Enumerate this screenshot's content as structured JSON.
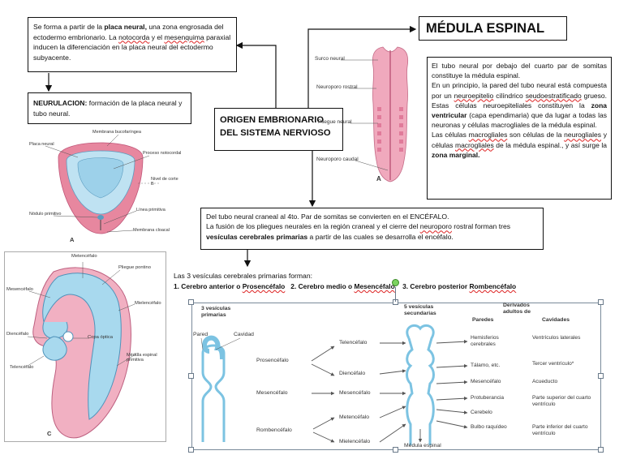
{
  "center_title": [
    "ORIGEN EMBRIONARIO",
    "DEL SISTEMA NERVIOSO"
  ],
  "medula_title": "MÉDULA ESPINAL",
  "placa_box": {
    "p1": "Se forma a partir de la ",
    "b1": "placa neural,",
    "p2": " una zona engrosada del ectodermo embrionario. La ",
    "u1": "notocorda",
    "p3": " y el ",
    "u2": "mesenquima",
    "p4": " paraxial inducen la diferenciación en la placa neural del ectodermo subyacente."
  },
  "neurulacion_box": {
    "b": "NEURULACION:",
    "t": " formación de la placa neural y tubo neural."
  },
  "medula_box": {
    "l1a": "El  tubo neural por debajo del cuarto par de somitas constituye la médula espinal.",
    "l2a": "En un principio, la pared del tubo neural está compuesta por un ",
    "l2u": "neuroepitelio",
    "l2b": " cilíndrico ",
    "l2u2": "seudoestratificado",
    "l2c": " grueso. Estas células neuroepiteliales constituyen la ",
    "l2bold": "zona ventricular",
    "l2d": " (capa ependimaria) que da lugar a todas las neuronas y células macrogliales de la médula espinal.",
    "l3a": "Las células ",
    "l3u": "macrogliales",
    "l3b": " son células de la ",
    "l3u2": "neurogliales",
    "l3c": " y células ",
    "l3u3": "macrogliales",
    "l3d": " de la médula espinal., y así surge la ",
    "l3bold": "zona marginal."
  },
  "encefalo_box": {
    "l1": "Del tubo neural craneal al 4to. Par de somitas se convierten en el ENCÉFALO.",
    "l2a": "La fusión de los pliegues neurales en la región craneal y el cierre del ",
    "l2u": "neuroporo",
    "l2b": " rostral forman tres ",
    "l2bold": "vesículas cerebrales primarias",
    "l2c": "  a partir de las cuales se desarrolla el encéfalo."
  },
  "vesiculas_text": {
    "intro": "Las 3 vesículas cerebrales primarias forman:",
    "v1": "1. Cerebro anterior o ",
    "v1u": "Prosencéfalo",
    "v2": "2. Cerebro medio o ",
    "v2u": "Mesencéfalo",
    "v3": "3. Cerebro posterior ",
    "v3u": "Rombencéfalo"
  },
  "fig_tube": {
    "labels": [
      "Surco neural",
      "Neuroporo rostral",
      "Pliegue neural",
      "Neuroporo caudal"
    ],
    "letter": "A"
  },
  "fig_plate": {
    "labels": [
      "Membrana bucofaríngea",
      "Placa neural",
      "Proceso notocordal",
      "Nivel de corte B",
      "Nódulo primitivo",
      "Línea primitiva",
      "Membrana cloacal"
    ],
    "letter": "A"
  },
  "fig_embryo": {
    "labels": [
      "Metencéfalo",
      "Pliegue pontino",
      "Mesencéfalo",
      "Mielencéfalo",
      "Diencéfalo",
      "Copa óptica",
      "Telencéfalo",
      "Médula espinal primitiva"
    ],
    "letter": "C"
  },
  "fig_vesicles": {
    "col_primary": "3 vesículas primarias",
    "col_secondary": "5 vesículas secundarias",
    "col_derived": "Derivados adultos de",
    "col_walls": "Paredes",
    "col_cavities": "Cavidades",
    "pared": "Pared",
    "cavidad": "Cavidad",
    "primary": [
      "Prosencéfalo",
      "Mesencéfalo",
      "Rombencéfalo"
    ],
    "secondary": [
      "Telencéfalo",
      "Diencéfalo",
      "Mesencéfalo",
      "Metencéfalo",
      "Mielencéfalo"
    ],
    "walls": [
      "Hemisferios cerebrales",
      "Tálamo, etc.",
      "Mesencéfalo",
      "Protuberancia",
      "Cerebelo",
      "Bulbo raquídeo"
    ],
    "cavities": [
      "Ventrículos laterales",
      "Tercer ventrículo*",
      "Acueducto",
      "Parte superior del cuarto ventrículo",
      "Parte inferior del cuarto ventrículo"
    ],
    "medula": "Médula espinal"
  },
  "colors": {
    "pink": "#e98aa5",
    "light_pink": "#f4b6c6",
    "blue": "#9cd3ea",
    "light_blue": "#c9e7f4",
    "outline": "#5b9cc0"
  }
}
